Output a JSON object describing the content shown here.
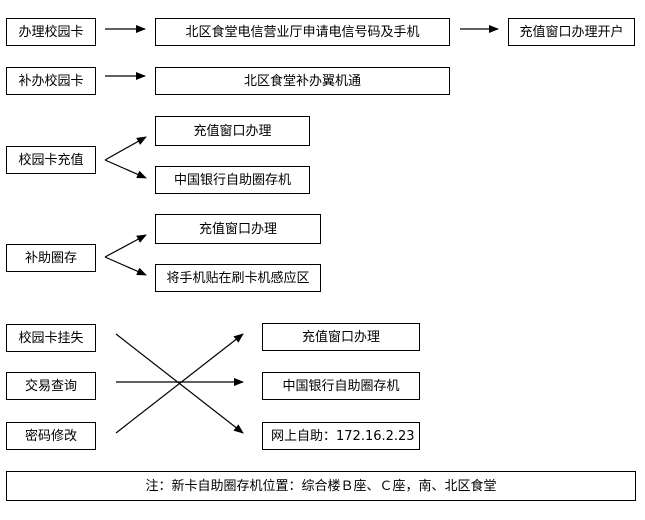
{
  "row1": {
    "source": "办理校园卡",
    "middle": "北区食堂电信营业厅申请电信号码及手机",
    "end": "充值窗口办理开户"
  },
  "row2": {
    "source": "补办校园卡",
    "target": "北区食堂补办翼机通"
  },
  "recharge": {
    "source": "校园卡充值",
    "target_a": "充值窗口办理",
    "target_b": "中国银行自助圈存机"
  },
  "subsidy": {
    "source": "补助圈存",
    "target_a": "充值窗口办理",
    "target_b": "将手机贴在刷卡机感应区"
  },
  "services": {
    "sources": [
      "校园卡挂失",
      "交易查询",
      "密码修改"
    ],
    "targets": [
      "充值窗口办理",
      "中国银行自助圈存机",
      "网上自助：172.16.2.23"
    ]
  },
  "note": "注：新卡自助圈存机位置：综合楼Ｂ座、Ｃ座，南、北区食堂"
}
